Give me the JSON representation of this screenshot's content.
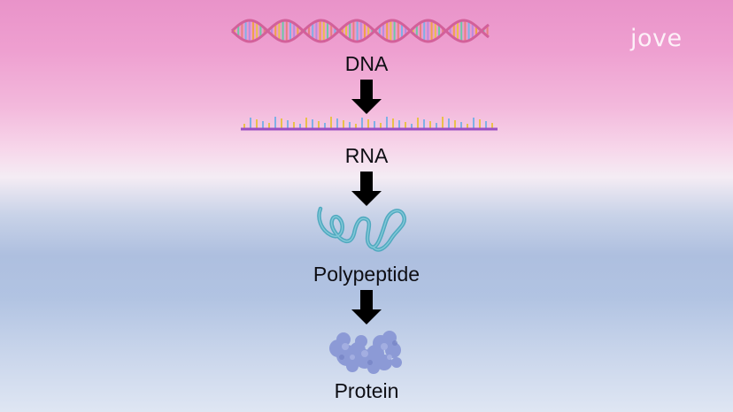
{
  "labels": {
    "dna": "DNA",
    "rna": "RNA",
    "polypeptide": "Polypeptide",
    "protein": "Protein"
  },
  "logo": {
    "text": "jove"
  },
  "colors": {
    "arrow": "#000000",
    "label_text": "#0e0e14",
    "helix_backbone": "#d3609a",
    "rna_backbone": "#9a4fc2",
    "polypeptide": "#4fa9bf",
    "protein": "#8c9ad6",
    "base_colors": [
      "#e9c04a",
      "#6cc9a6",
      "#e8807e",
      "#7fb0e6",
      "#b88be0",
      "#f0a24a"
    ]
  },
  "icons": {
    "dna": "double-helix-icon",
    "rna": "single-strand-rna-icon",
    "polypeptide": "folded-chain-icon",
    "protein": "protein-blob-icon"
  }
}
